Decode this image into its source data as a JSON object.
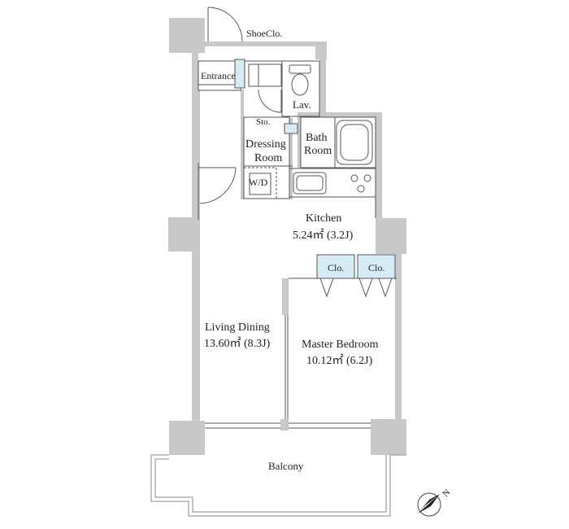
{
  "rooms": {
    "shoe_closet": "ShoeClo.",
    "entrance": "Entrance",
    "lavatory": "Lav.",
    "storage": "Sto.",
    "dressing_line1": "Dressing",
    "dressing_line2": "Room",
    "bath_line1": "Bath",
    "bath_line2": "Room",
    "washer_dryer": "W/D",
    "kitchen_name": "Kitchen",
    "kitchen_area": "5.24㎡ (3.2J)",
    "closet_1": "Clo.",
    "closet_2": "Clo.",
    "living_name": "Living Dining",
    "living_area": "13.60㎡ (8.3J)",
    "bedroom_name": "Master Bedroom",
    "bedroom_area": "10.12㎡ (6.2J)",
    "balcony": "Balcony"
  },
  "compass": {
    "north_label": "N"
  },
  "colors": {
    "wall": "#c8c8c8",
    "wall_dark": "#9e9e9e",
    "closet_fill": "#d6ecf5",
    "line": "#555555"
  }
}
